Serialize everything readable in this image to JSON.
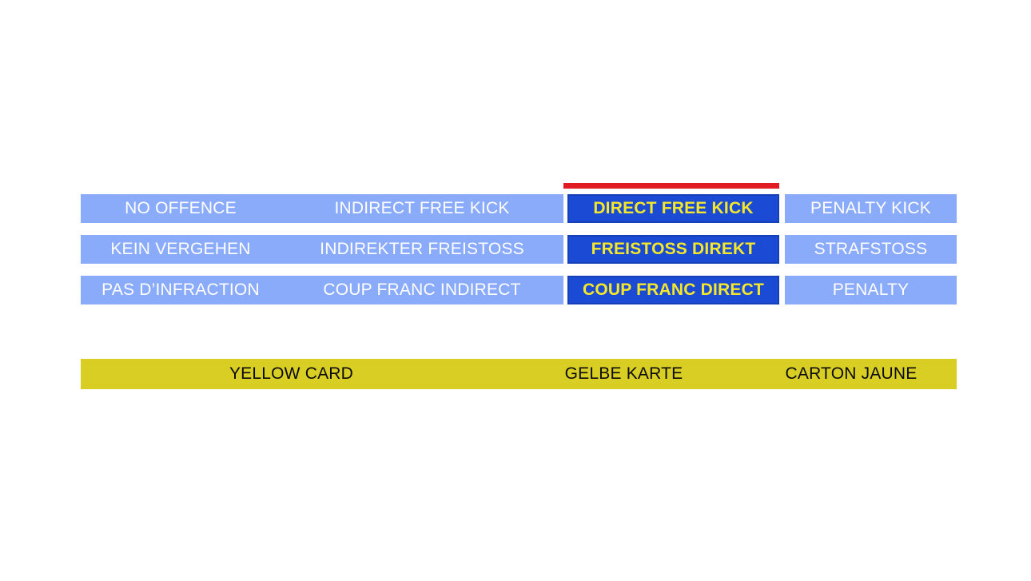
{
  "slide": {
    "colors": {
      "light_blue": "#8aaafa",
      "dark_blue": "#1b4bd4",
      "highlight_text": "#f5e72a",
      "red_indicator": "#e01b22",
      "yellow_card": "#d9ce24",
      "row_text": "#ffffff",
      "yellow_card_text": "#0b0b0b",
      "background": "#ffffff"
    },
    "sanction_scale": {
      "highlighted_column_index": 2,
      "rows": [
        {
          "language": "en",
          "cells": [
            {
              "label": "NO OFFENCE",
              "state": "normal"
            },
            {
              "label": "INDIRECT FREE KICK",
              "state": "normal"
            },
            {
              "label": "DIRECT FREE KICK",
              "state": "highlighted"
            },
            {
              "label": "PENALTY KICK",
              "state": "normal"
            }
          ]
        },
        {
          "language": "de",
          "cells": [
            {
              "label": "KEIN VERGEHEN",
              "state": "normal"
            },
            {
              "label": "INDIREKTER FREISTOSS",
              "state": "normal"
            },
            {
              "label": "FREISTOSS DIREKT",
              "state": "highlighted"
            },
            {
              "label": "STRAFSTOSS",
              "state": "normal"
            }
          ]
        },
        {
          "language": "fr",
          "cells": [
            {
              "label": "PAS D’INFRACTION",
              "state": "normal"
            },
            {
              "label": "COUP FRANC INDIRECT",
              "state": "normal"
            },
            {
              "label": "COUP FRANC DIRECT",
              "state": "highlighted"
            },
            {
              "label": "PENALTY",
              "state": "normal"
            }
          ]
        }
      ]
    },
    "card_bar": {
      "kind": "yellow-card",
      "labels": [
        {
          "language": "en",
          "label": "YELLOW CARD"
        },
        {
          "language": "de",
          "label": "GELBE KARTE"
        },
        {
          "language": "fr",
          "label": "CARTON JAUNE"
        }
      ]
    }
  }
}
